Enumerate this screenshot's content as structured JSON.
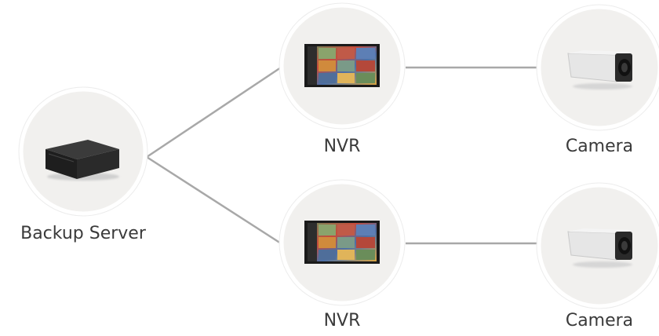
{
  "nodes": {
    "backup_server": {
      "label": "Backup Server",
      "icon": "server-icon"
    },
    "nvr_top": {
      "label": "NVR",
      "icon": "nvr-monitor-icon"
    },
    "nvr_bottom": {
      "label": "NVR",
      "icon": "nvr-monitor-icon"
    },
    "camera_top": {
      "label": "Camera",
      "icon": "camera-icon"
    },
    "camera_bottom": {
      "label": "Camera",
      "icon": "camera-icon"
    }
  },
  "colors": {
    "node_fill": "#f1f0ee",
    "node_ring": "#ffffff",
    "connector": "#a8a8a8",
    "label": "#3a3a3a"
  }
}
